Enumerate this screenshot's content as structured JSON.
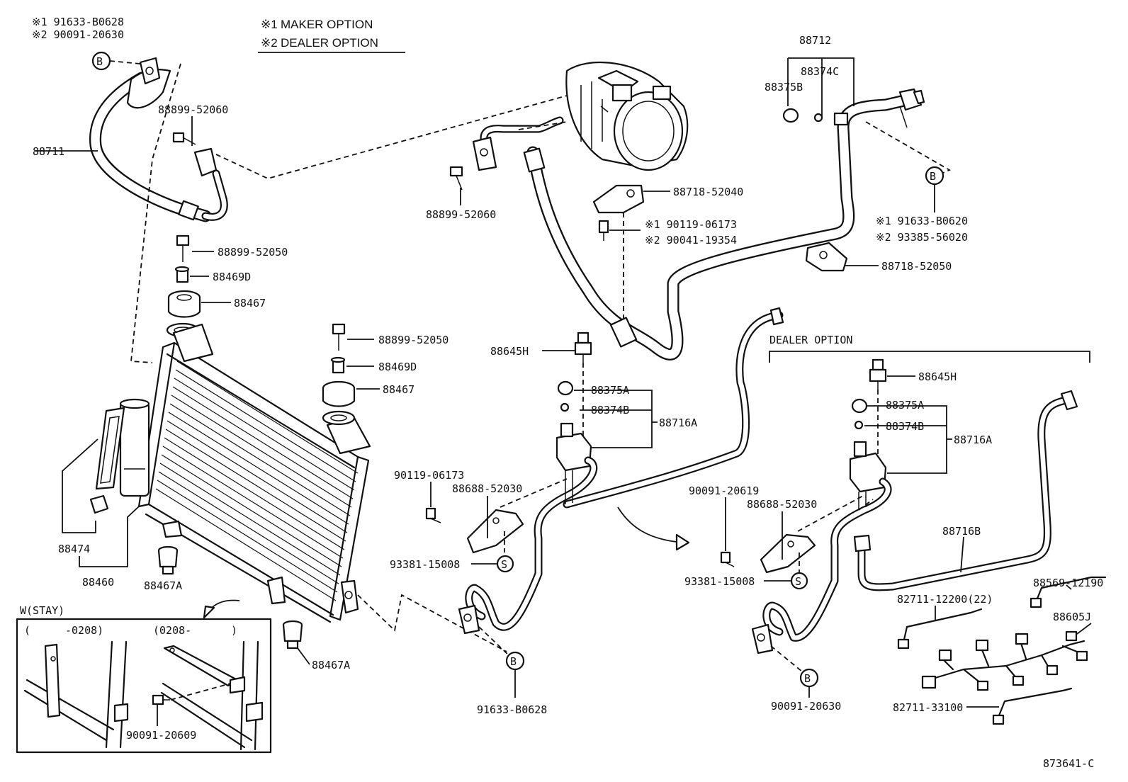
{
  "notes": {
    "option1_mark": "※1",
    "option1_text": "MAKER OPTION",
    "option2_mark": "※2",
    "option2_text": "DEALER OPTION",
    "dealer_option_title": "DEALER OPTION",
    "stay_title": "W(STAY)",
    "stay_range_left_open": "(",
    "stay_range_left": "-0208)",
    "stay_range_right": "(0208-",
    "stay_range_right_close": ")",
    "figure_id": "873641-C"
  },
  "symbols": {
    "b": "B",
    "s": "S"
  },
  "parts": {
    "p_top_left_1": "※1  91633-B0628",
    "p_top_left_2": "※2  90091-20630",
    "p_88711": "88711",
    "p_88899_52060_a": "88899-52060",
    "p_88899_52050_a": "88899-52050",
    "p_88469d_a": "88469D",
    "p_88467_a": "88467",
    "p_88899_52050_b": "88899-52050",
    "p_88469d_b": "88469D",
    "p_88467_b": "88467",
    "p_88474": "88474",
    "p_88460": "88460",
    "p_88467a_a": "88467A",
    "p_88467a_b": "88467A",
    "p_90091_20609": "90091-20609",
    "p_88899_52060_b": "88899-52060",
    "p_88718_52040": "88718-52040",
    "p_mid_opt_1": "※1  90119-06173",
    "p_mid_opt_2": "※2  90041-19354",
    "p_88645h_a": "88645H",
    "p_88375a_a": "88375A",
    "p_88374b_a": "88374B",
    "p_88716a_a": "88716A",
    "p_90119_06173": "90119-06173",
    "p_88688_52030_a": "88688-52030",
    "p_93381_15008_a": "93381-15008",
    "p_91633_b0628": "91633-B0628",
    "p_88712": "88712",
    "p_88374c": "88374C",
    "p_88375b": "88375B",
    "p_right_opt_1": "※1  91633-B0620",
    "p_right_opt_2": "※2  93385-56020",
    "p_88718_52050": "88718-52050",
    "p_88645h_b": "88645H",
    "p_88375a_b": "88375A",
    "p_88374b_b": "88374B",
    "p_88716a_b": "88716A",
    "p_90091_20619": "90091-20619",
    "p_88688_52030_b": "88688-52030",
    "p_93381_15008_b": "93381-15008",
    "p_88716b": "88716B",
    "p_90091_20630": "90091-20630",
    "p_88569_12190": "88569-12190",
    "p_82711_12200": "82711-12200(22)",
    "p_88605j": "88605J",
    "p_82711_33100": "82711-33100"
  }
}
